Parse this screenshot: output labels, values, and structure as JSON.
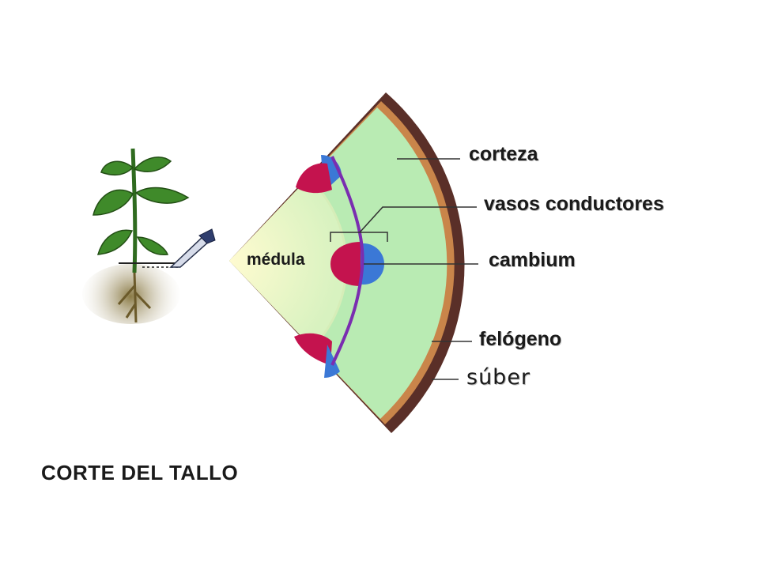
{
  "diagram": {
    "title": "CORTE DEL TALLO",
    "labels": {
      "corteza": "corteza",
      "vasos": "vasos conductores",
      "cambium": "cambium",
      "felogeno": "felógeno",
      "suber": "súber",
      "medula": "médula"
    },
    "colors": {
      "cortex": "#b9ebb3",
      "pith": "#f4f7cc",
      "suber": "#5a2f28",
      "felogeno": "#c9854a",
      "cambium_line": "#7a2db0",
      "xylem": "#c4134e",
      "phloem": "#3b78d6",
      "leaf": "#3f8a2a",
      "soil": "#7a6a3a"
    }
  }
}
